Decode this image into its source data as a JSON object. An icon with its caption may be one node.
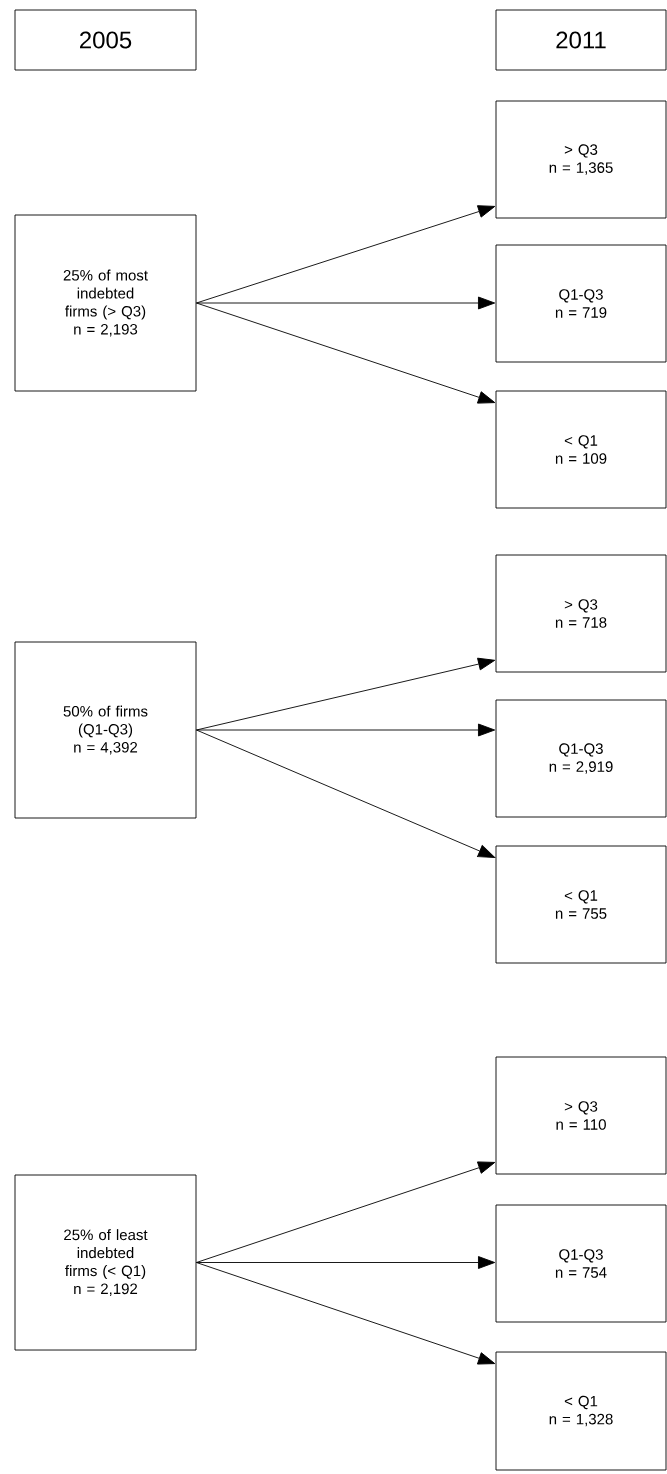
{
  "diagram": {
    "nodes": [
      {
        "text": [
          "2005"
        ]
      },
      {
        "text": [
          "2011"
        ]
      },
      {
        "text": [
          "25% of most indebted firms (> Q3)",
          "n = 2,193"
        ]
      },
      {
        "text": [
          "> Q3",
          "n = 1,365"
        ]
      },
      {
        "text": [
          "Q1-Q3",
          "n = 719"
        ]
      },
      {
        "text": [
          "< Q1",
          "n = 109"
        ]
      },
      {
        "text": [
          "50% of firms (Q1-Q3)",
          "n = 4,392"
        ]
      },
      {
        "text": [
          "> Q3",
          "n = 718"
        ]
      },
      {
        "text": [
          "Q1-Q3",
          "n = 2,919"
        ]
      },
      {
        "text": [
          "< Q1",
          "n = 755"
        ]
      },
      {
        "text": [
          "25% of least indebted firms (< Q1)",
          "n = 2,192"
        ]
      },
      {
        "text": [
          "> Q3",
          "n = 110"
        ]
      },
      {
        "text": [
          "Q1-Q3",
          "n = 754"
        ]
      },
      {
        "text": [
          "< Q1",
          "n = 1,328"
        ]
      }
    ],
    "edges": [
      {
        "from": 2,
        "to": 3,
        "arrow": "to"
      },
      {
        "from": 2,
        "to": 4,
        "arrow": "to"
      },
      {
        "from": 2,
        "to": 5,
        "arrow": "to"
      },
      {
        "from": 6,
        "to": 7,
        "arrow": "to"
      },
      {
        "from": 6,
        "to": 8,
        "arrow": "to"
      },
      {
        "from": 6,
        "to": 9,
        "arrow": "to"
      },
      {
        "from": 10,
        "to": 11,
        "arrow": "to"
      },
      {
        "from": 10,
        "to": 12,
        "arrow": "to"
      },
      {
        "from": 10,
        "to": 13,
        "arrow": "to"
      }
    ]
  }
}
